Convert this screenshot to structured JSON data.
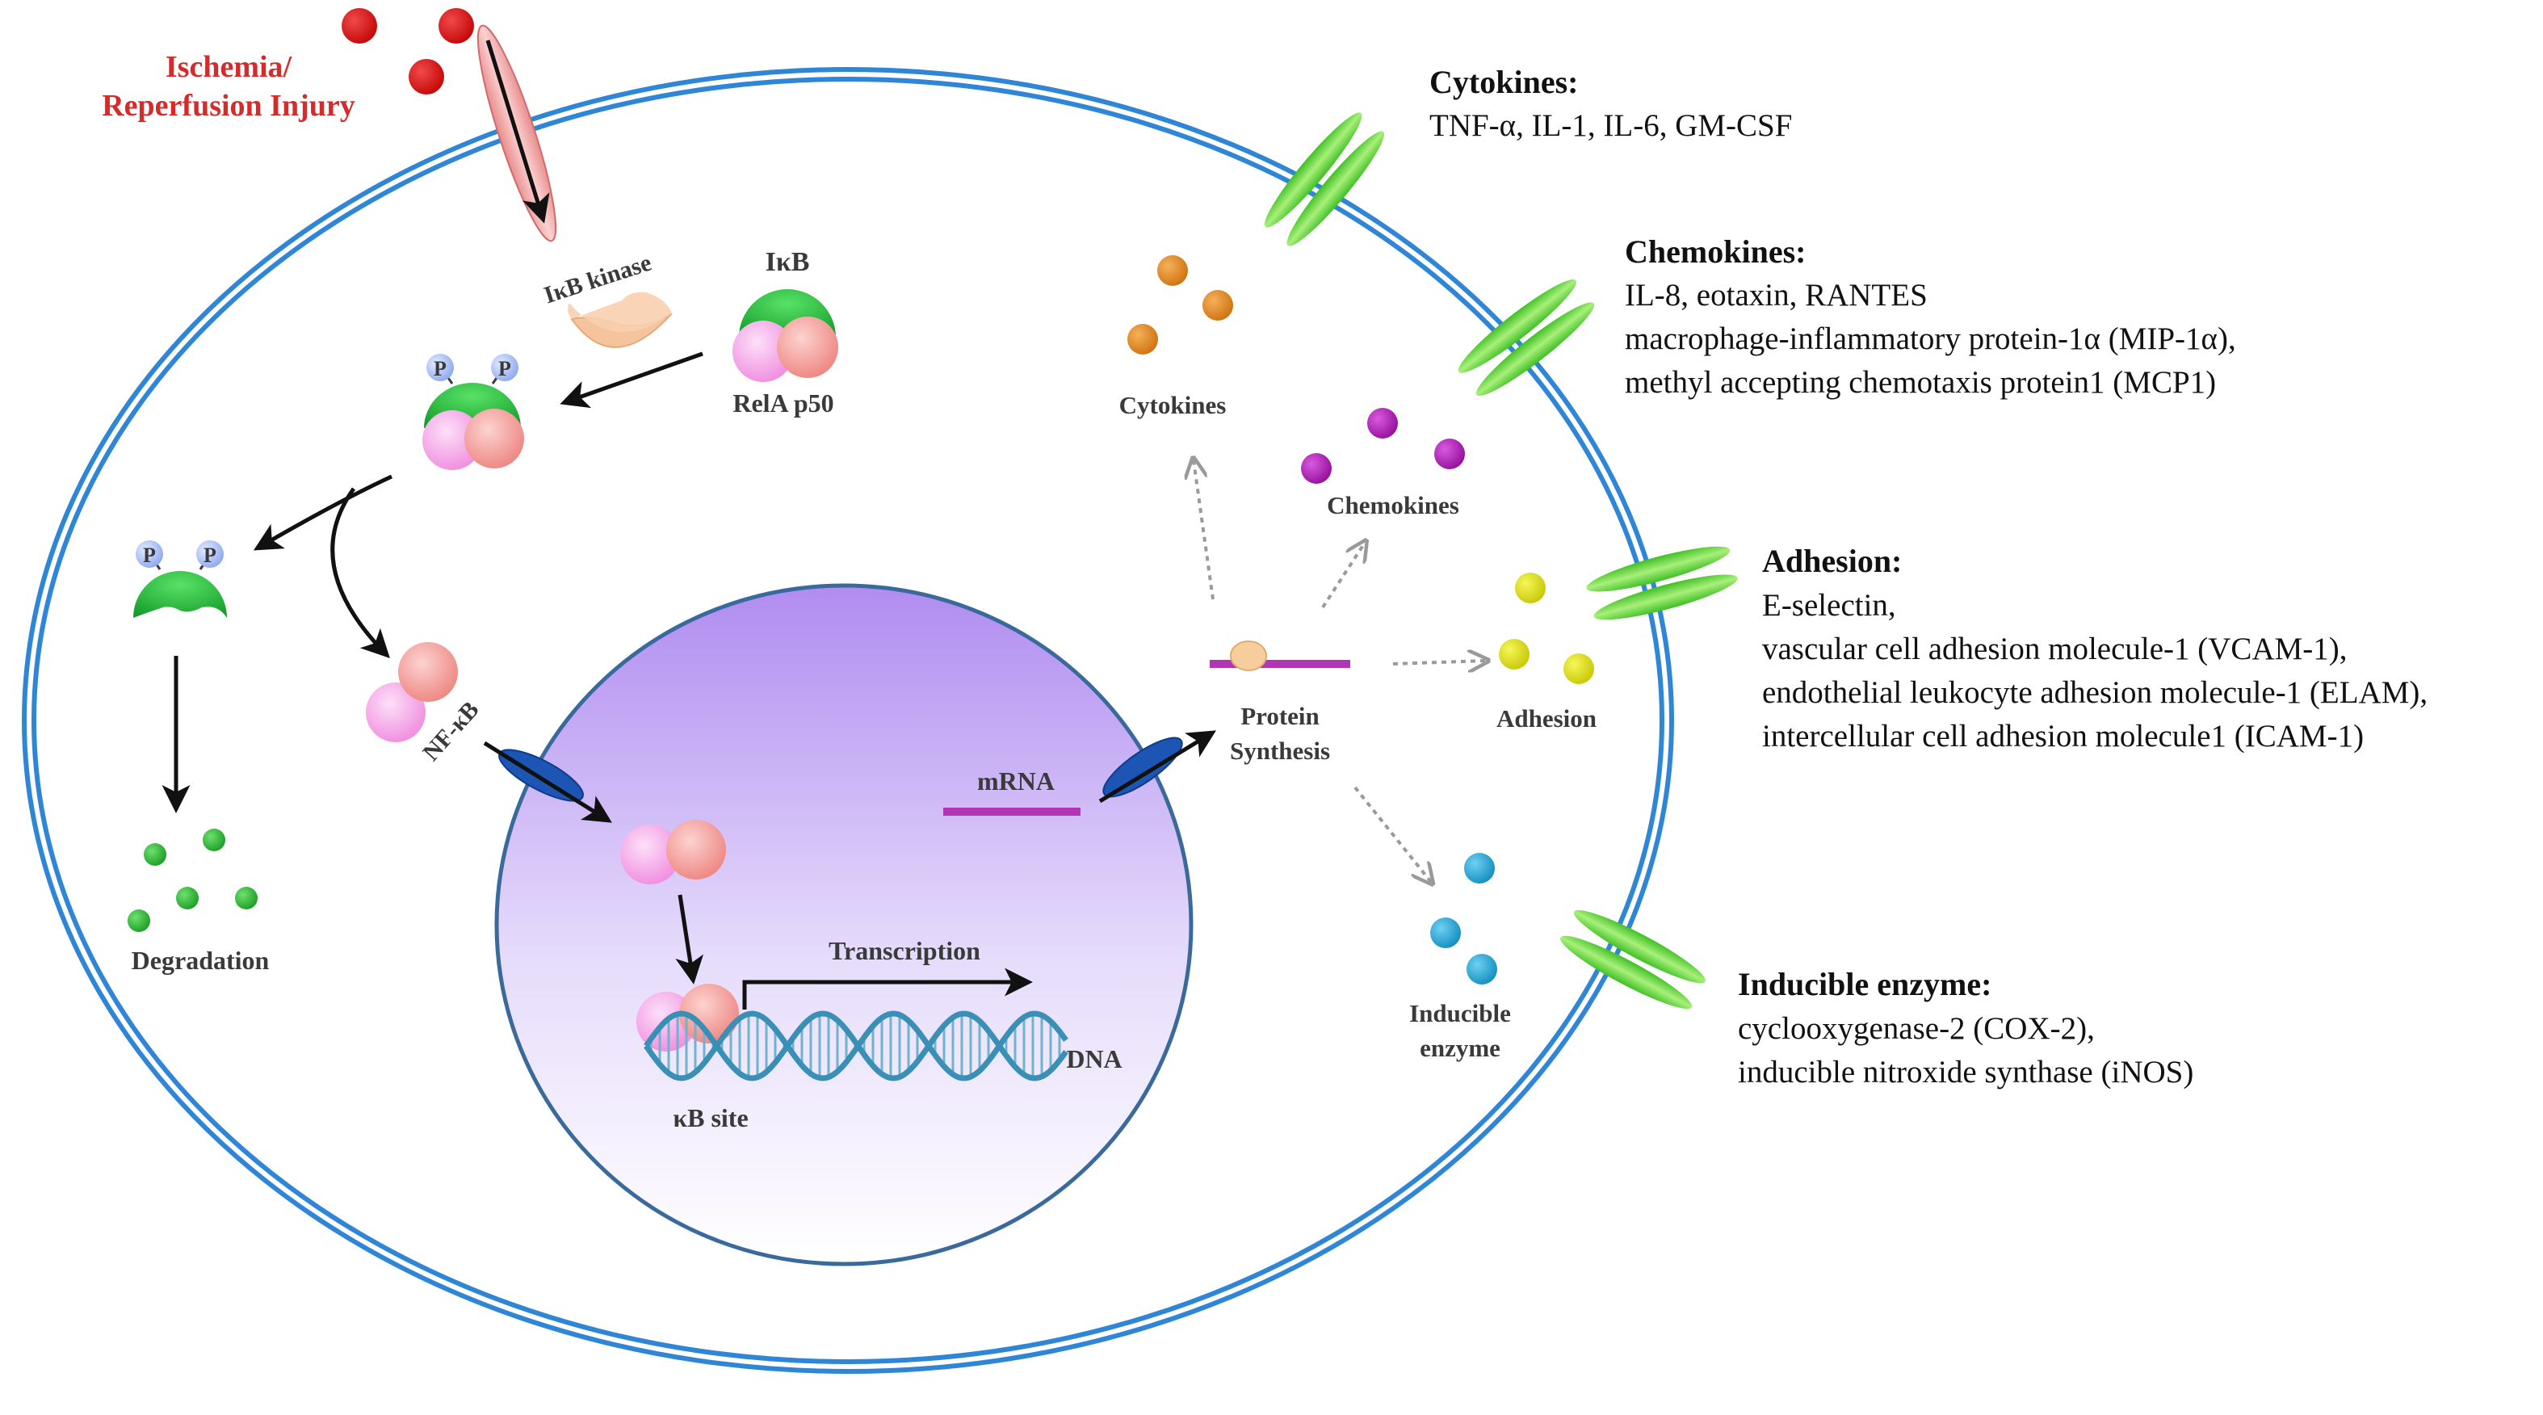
{
  "labels": {
    "trigger_line1": "Ischemia/",
    "trigger_line2": "Reperfusion Injury",
    "ikb_kinase": "IκB kinase",
    "ikb": "IκB",
    "rela_p50": "RelA p50",
    "phospho": "P",
    "degradation": "Degradation",
    "nfkb": "NF-κB",
    "transcription": "Transcription",
    "kb_site": "κB site",
    "dna": "DNA",
    "mrna": "mRNA",
    "protein_synthesis_1": "Protein",
    "protein_synthesis_2": "Synthesis",
    "cytokines": "Cytokines",
    "chemokines": "Chemokines",
    "adhesion": "Adhesion",
    "inducible_1": "Inducible",
    "inducible_2": "enzyme"
  },
  "panels": {
    "cytokines": {
      "title": "Cytokines:",
      "lines": [
        "TNF-α, IL-1, IL-6, GM-CSF"
      ]
    },
    "chemokines": {
      "title": "Chemokines:",
      "lines": [
        "IL-8, eotaxin, RANTES",
        "macrophage-inflammatory protein-1α (MIP-1α),",
        "methyl accepting chemotaxis protein1 (MCP1)"
      ]
    },
    "adhesion": {
      "title": "Adhesion:",
      "lines": [
        "E-selectin,",
        "vascular cell adhesion molecule-1 (VCAM-1),",
        "endothelial leukocyte adhesion molecule-1 (ELAM),",
        "intercellular cell adhesion molecule1 (ICAM-1)"
      ]
    },
    "enzyme": {
      "title": "Inducible enzyme:",
      "lines": [
        "cyclooxygenase-2 (COX-2),",
        "inducible nitroxide synthase (iNOS)"
      ]
    }
  },
  "colors": {
    "membrane": "#2f86d6",
    "nucleus_top": "#b691f2",
    "nucleus_bottom": "#ffffff",
    "ikb_green": "#22b83a",
    "rela_pink": "#f6a8ea",
    "p50_salmon": "#f39a9a",
    "kinase": "#f6c49c",
    "trigger_red": "#d40f0f",
    "cytokine_orange": "#dc7f15",
    "chemokine_purple": "#a314a8",
    "adhesion_yellow": "#d8d80c",
    "enzyme_cyan": "#19a5d6",
    "degradation_green": "#26b02f",
    "receptor_green": "#60d33a",
    "pore_blue": "#1d55b5",
    "mrna_magenta": "#b235b6",
    "dna_blue": "#3a8fb6"
  }
}
